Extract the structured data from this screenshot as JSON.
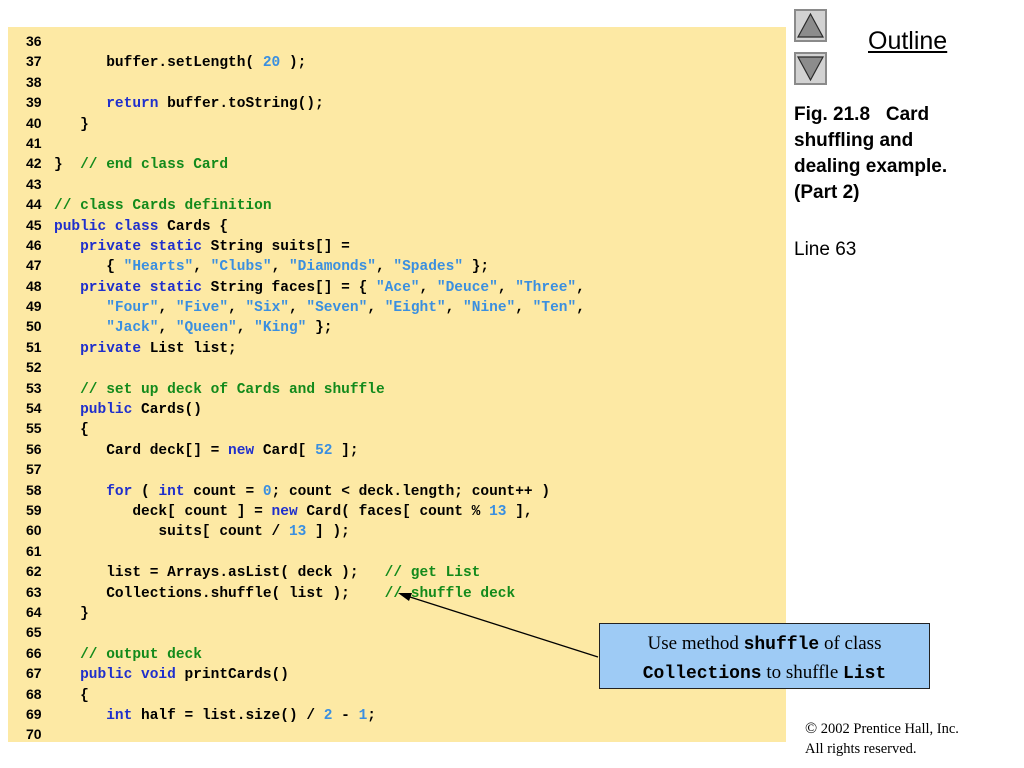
{
  "navigation": {
    "outline_label": "Outline",
    "up_icon": "up-triangle-icon",
    "down_icon": "down-triangle-icon"
  },
  "caption": {
    "line1": "Fig. 21.8   Card",
    "line2": "shuffling and",
    "line3": "dealing example.",
    "line4": "(Part 2)",
    "line_ref": "Line 63"
  },
  "callout": {
    "part1": "Use method ",
    "method": "shuffle",
    "part2": " of class",
    "class_name": "Collections",
    "part3": " to shuffle ",
    "type_name": "List"
  },
  "copyright": {
    "symbol": "©",
    "line1": " 2002 Prentice Hall, Inc.",
    "line2": "All rights reserved."
  },
  "colors": {
    "code_background": "#fde9a4",
    "keyword": "#1f2fcc",
    "comment": "#138a1b",
    "literal": "#3a8fe0",
    "callout_background": "#9ecbf5"
  },
  "code": {
    "lines": [
      {
        "n": "36",
        "tokens": []
      },
      {
        "n": "37",
        "tokens": [
          [
            "",
            "      buffer.setLength( "
          ],
          [
            "nm",
            "20"
          ],
          [
            "",
            " );"
          ]
        ]
      },
      {
        "n": "38",
        "tokens": []
      },
      {
        "n": "39",
        "tokens": [
          [
            "",
            "      "
          ],
          [
            "kw",
            "return"
          ],
          [
            "",
            " buffer.toString();"
          ]
        ]
      },
      {
        "n": "40",
        "tokens": [
          [
            "",
            "   }"
          ]
        ]
      },
      {
        "n": "41",
        "tokens": []
      },
      {
        "n": "42",
        "tokens": [
          [
            "",
            "}  "
          ],
          [
            "cm",
            "// end class Card"
          ]
        ]
      },
      {
        "n": "43",
        "tokens": []
      },
      {
        "n": "44",
        "tokens": [
          [
            "cm",
            "// class Cards definition"
          ]
        ]
      },
      {
        "n": "45",
        "tokens": [
          [
            "kw",
            "public class"
          ],
          [
            "",
            " Cards {"
          ]
        ]
      },
      {
        "n": "46",
        "tokens": [
          [
            "",
            "   "
          ],
          [
            "kw",
            "private static"
          ],
          [
            "",
            " String suits[] ="
          ]
        ]
      },
      {
        "n": "47",
        "tokens": [
          [
            "",
            "      { "
          ],
          [
            "st",
            "\"Hearts\""
          ],
          [
            "",
            ", "
          ],
          [
            "st",
            "\"Clubs\""
          ],
          [
            "",
            ", "
          ],
          [
            "st",
            "\"Diamonds\""
          ],
          [
            "",
            ", "
          ],
          [
            "st",
            "\"Spades\""
          ],
          [
            "",
            " };"
          ]
        ]
      },
      {
        "n": "48",
        "tokens": [
          [
            "",
            "   "
          ],
          [
            "kw",
            "private static"
          ],
          [
            "",
            " String faces[] = { "
          ],
          [
            "st",
            "\"Ace\""
          ],
          [
            "",
            ", "
          ],
          [
            "st",
            "\"Deuce\""
          ],
          [
            "",
            ", "
          ],
          [
            "st",
            "\"Three\""
          ],
          [
            "",
            ","
          ]
        ]
      },
      {
        "n": "49",
        "tokens": [
          [
            "",
            "      "
          ],
          [
            "st",
            "\"Four\""
          ],
          [
            "",
            ", "
          ],
          [
            "st",
            "\"Five\""
          ],
          [
            "",
            ", "
          ],
          [
            "st",
            "\"Six\""
          ],
          [
            "",
            ", "
          ],
          [
            "st",
            "\"Seven\""
          ],
          [
            "",
            ", "
          ],
          [
            "st",
            "\"Eight\""
          ],
          [
            "",
            ", "
          ],
          [
            "st",
            "\"Nine\""
          ],
          [
            "",
            ", "
          ],
          [
            "st",
            "\"Ten\""
          ],
          [
            "",
            ","
          ]
        ]
      },
      {
        "n": "50",
        "tokens": [
          [
            "",
            "      "
          ],
          [
            "st",
            "\"Jack\""
          ],
          [
            "",
            ", "
          ],
          [
            "st",
            "\"Queen\""
          ],
          [
            "",
            ", "
          ],
          [
            "st",
            "\"King\""
          ],
          [
            "",
            " };"
          ]
        ]
      },
      {
        "n": "51",
        "tokens": [
          [
            "",
            "   "
          ],
          [
            "kw",
            "private"
          ],
          [
            "",
            " List list;"
          ]
        ]
      },
      {
        "n": "52",
        "tokens": []
      },
      {
        "n": "53",
        "tokens": [
          [
            "",
            "   "
          ],
          [
            "cm",
            "// set up deck of Cards and shuffle"
          ]
        ]
      },
      {
        "n": "54",
        "tokens": [
          [
            "",
            "   "
          ],
          [
            "kw",
            "public"
          ],
          [
            "",
            " Cards()"
          ]
        ]
      },
      {
        "n": "55",
        "tokens": [
          [
            "",
            "   {"
          ]
        ]
      },
      {
        "n": "56",
        "tokens": [
          [
            "",
            "      Card deck[] = "
          ],
          [
            "kw",
            "new"
          ],
          [
            "",
            " Card[ "
          ],
          [
            "nm",
            "52"
          ],
          [
            "",
            " ];"
          ]
        ]
      },
      {
        "n": "57",
        "tokens": []
      },
      {
        "n": "58",
        "tokens": [
          [
            "",
            "      "
          ],
          [
            "kw",
            "for"
          ],
          [
            "",
            " ( "
          ],
          [
            "kw",
            "int"
          ],
          [
            "",
            " count = "
          ],
          [
            "nm",
            "0"
          ],
          [
            "",
            "; count < deck.length; count++ )"
          ]
        ]
      },
      {
        "n": "59",
        "tokens": [
          [
            "",
            "         deck[ count ] = "
          ],
          [
            "kw",
            "new"
          ],
          [
            "",
            " Card( faces[ count % "
          ],
          [
            "nm",
            "13"
          ],
          [
            "",
            " ],"
          ]
        ]
      },
      {
        "n": "60",
        "tokens": [
          [
            "",
            "            suits[ count / "
          ],
          [
            "nm",
            "13"
          ],
          [
            "",
            " ] );"
          ]
        ]
      },
      {
        "n": "61",
        "tokens": []
      },
      {
        "n": "62",
        "tokens": [
          [
            "",
            "      list = Arrays.asList( deck );   "
          ],
          [
            "cm",
            "// get List"
          ]
        ]
      },
      {
        "n": "63",
        "tokens": [
          [
            "",
            "      Collections.shuffle( list );    "
          ],
          [
            "cm",
            "// shuffle deck"
          ]
        ]
      },
      {
        "n": "64",
        "tokens": [
          [
            "",
            "   }"
          ]
        ]
      },
      {
        "n": "65",
        "tokens": []
      },
      {
        "n": "66",
        "tokens": [
          [
            "",
            "   "
          ],
          [
            "cm",
            "// output deck"
          ]
        ]
      },
      {
        "n": "67",
        "tokens": [
          [
            "",
            "   "
          ],
          [
            "kw",
            "public void"
          ],
          [
            "",
            " printCards()"
          ]
        ]
      },
      {
        "n": "68",
        "tokens": [
          [
            "",
            "   {"
          ]
        ]
      },
      {
        "n": "69",
        "tokens": [
          [
            "",
            "      "
          ],
          [
            "kw",
            "int"
          ],
          [
            "",
            " half = list.size() / "
          ],
          [
            "nm",
            "2"
          ],
          [
            "",
            " - "
          ],
          [
            "nm",
            "1"
          ],
          [
            "",
            ";"
          ]
        ]
      },
      {
        "n": "70",
        "tokens": []
      }
    ]
  }
}
